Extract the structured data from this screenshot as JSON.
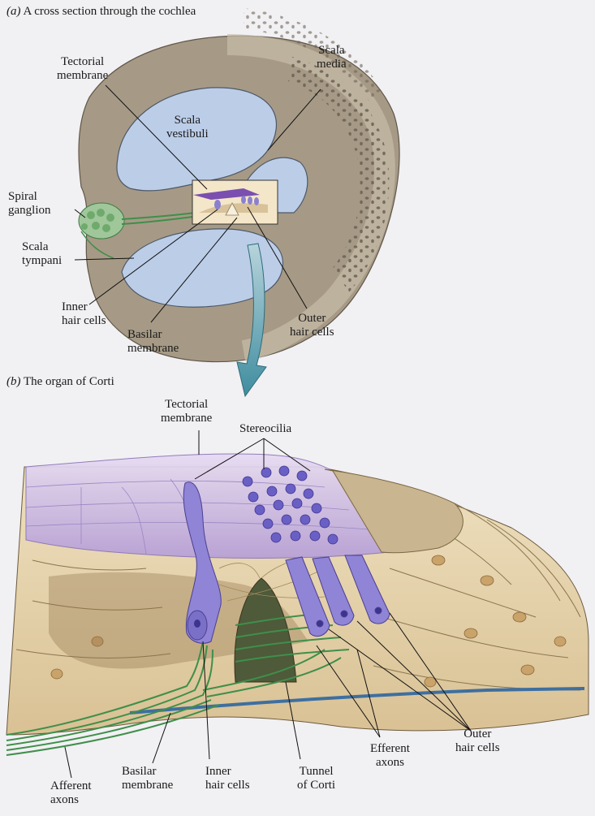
{
  "panel_a": {
    "tag": "(a)",
    "title": "A cross section through the cochlea",
    "labels": {
      "tectorial_1": "Tectorial",
      "tectorial_2": "membrane",
      "scala_media_1": "Scala",
      "scala_media_2": "media",
      "scala_vestibuli_1": "Scala",
      "scala_vestibuli_2": "vestibuli",
      "spiral_ganglion_1": "Spiral",
      "spiral_ganglion_2": "ganglion",
      "scala_tympani_1": "Scala",
      "scala_tympani_2": "tympani",
      "inner_hair_1": "Inner",
      "inner_hair_2": "hair cells",
      "basilar_1": "Basilar",
      "basilar_2": "membrane",
      "outer_hair_1": "Outer",
      "outer_hair_2": "hair cells"
    }
  },
  "panel_b": {
    "tag": "(b)",
    "title": "The organ of Corti",
    "labels": {
      "tectorial_1": "Tectorial",
      "tectorial_2": "membrane",
      "stereocilia": "Stereocilia",
      "afferent_1": "Afferent",
      "afferent_2": "axons",
      "basilar_1": "Basilar",
      "basilar_2": "membrane",
      "inner_hair_1": "Inner",
      "inner_hair_2": "hair cells",
      "tunnel_1": "Tunnel",
      "tunnel_2": "of Corti",
      "efferent_1": "Efferent",
      "efferent_2": "axons",
      "outer_hair_1": "Outer",
      "outer_hair_2": "hair cells"
    }
  },
  "colors": {
    "fluid": "#b9cbe6",
    "bone": "#b9ad9a",
    "tectorial": "#c8b3e0",
    "hair_cell": "#7b70c8",
    "nerve": "#3f8f4a",
    "tissue": "#e6d3ad"
  }
}
